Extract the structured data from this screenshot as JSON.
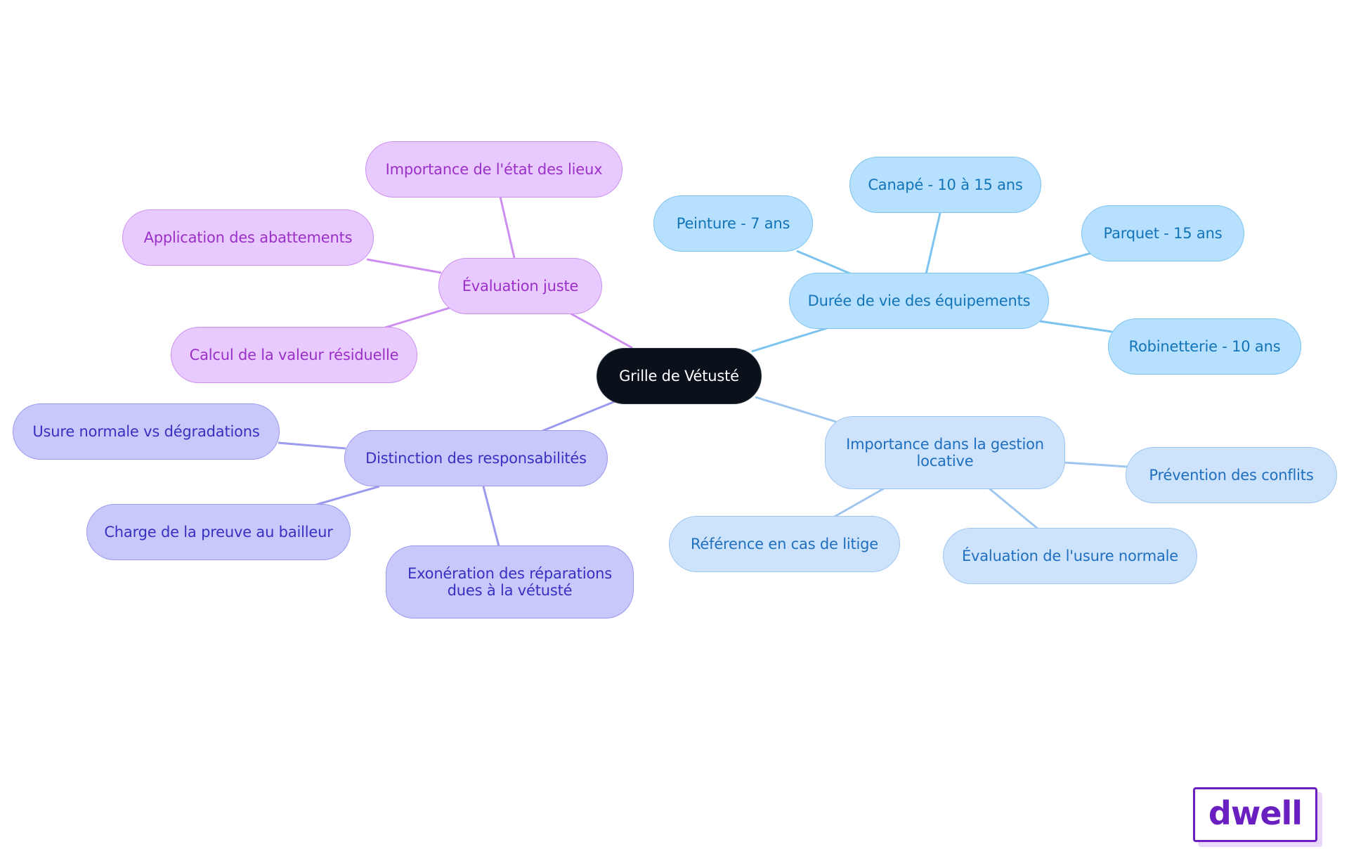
{
  "mindmap": {
    "root": {
      "label": "Grille de Vétusté"
    },
    "branches": [
      {
        "label": "Évaluation juste",
        "color": "#cc8ff0",
        "children": [
          {
            "label": "Importance de l'état des lieux"
          },
          {
            "label": "Application des abattements"
          },
          {
            "label": "Calcul de la valeur résiduelle"
          }
        ]
      },
      {
        "label": "Distinction des responsabilités",
        "color": "#9a9aef",
        "children": [
          {
            "label": "Usure normale vs dégradations"
          },
          {
            "label": "Charge de la preuve au bailleur"
          },
          {
            "label": "Exonération des réparations\ndues à la vétusté"
          }
        ]
      },
      {
        "label": "Durée de vie des équipements",
        "color": "#7cc4ef",
        "children": [
          {
            "label": "Peinture - 7 ans"
          },
          {
            "label": "Canapé - 10 à 15 ans"
          },
          {
            "label": "Parquet - 15 ans"
          },
          {
            "label": "Robinetterie - 10 ans"
          }
        ]
      },
      {
        "label": "Importance dans la gestion\nlocative",
        "color": "#9fc6ef",
        "children": [
          {
            "label": "Prévention des conflits"
          },
          {
            "label": "Évaluation de l'usure normale"
          },
          {
            "label": "Référence en cas de litige"
          }
        ]
      }
    ]
  },
  "logo": {
    "text": "dwell"
  }
}
